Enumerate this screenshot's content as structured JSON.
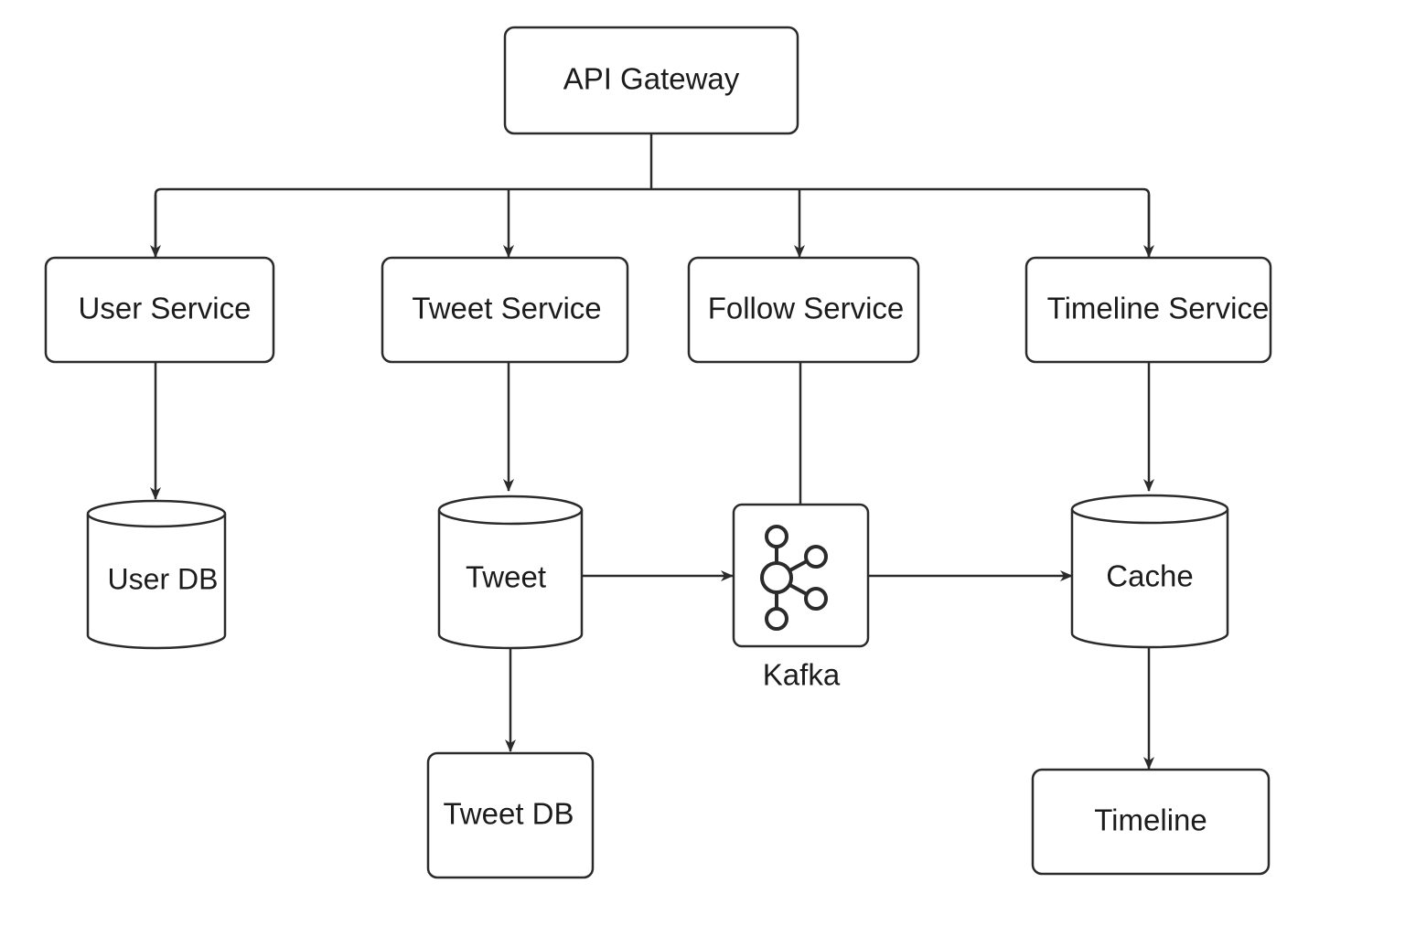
{
  "diagram": {
    "nodes": {
      "api_gateway": "API Gateway",
      "user_service": "User Service",
      "tweet_service": "Tweet Service",
      "follow_service": "Follow Service",
      "timeline_service": "Timeline Service",
      "user_db": "User DB",
      "tweet": "Tweet",
      "kafka": "Kafka",
      "cache": "Cache",
      "tweet_db": "Tweet DB",
      "timeline": "Timeline"
    },
    "icons": {
      "kafka": "kafka-logo-icon"
    },
    "colors": {
      "stroke": "#2b2b2b",
      "text": "#1c1c1c",
      "background": "#ffffff"
    }
  }
}
